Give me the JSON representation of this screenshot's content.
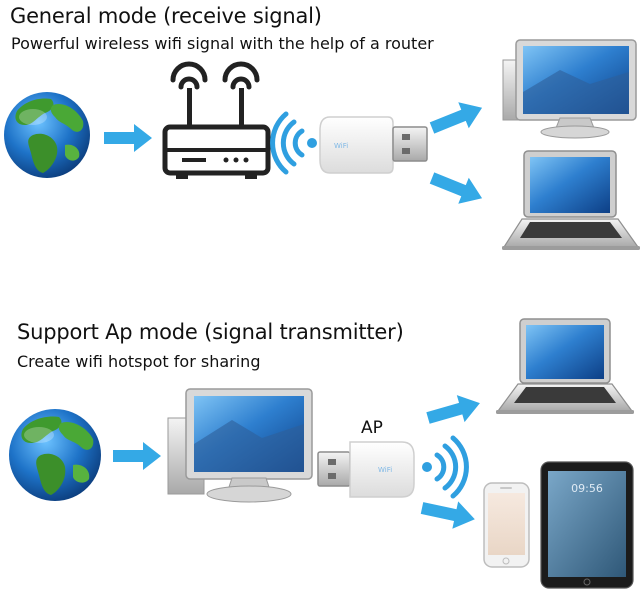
{
  "sections": [
    {
      "title": "General mode (receive signal)",
      "subtitle": "Powerful wireless wifi signal with the help of a router"
    },
    {
      "title": "Support Ap mode (signal transmitter)",
      "subtitle": "Create wifi hotspot for sharing",
      "ap_label": "AP"
    }
  ],
  "adapter_brand": "WiFi",
  "tablet_time": "09:56",
  "colors": {
    "arrow": "#34a9e6",
    "wifi": "#2f9fe0",
    "router": "#222222",
    "ocean": "#1e73c8",
    "land": "#3f9a2e"
  },
  "icons": [
    "globe-icon",
    "router-icon",
    "wifi-icon",
    "usb-adapter-icon",
    "desktop-monitor-icon",
    "laptop-icon",
    "phone-icon",
    "tablet-icon",
    "arrow-icon"
  ]
}
